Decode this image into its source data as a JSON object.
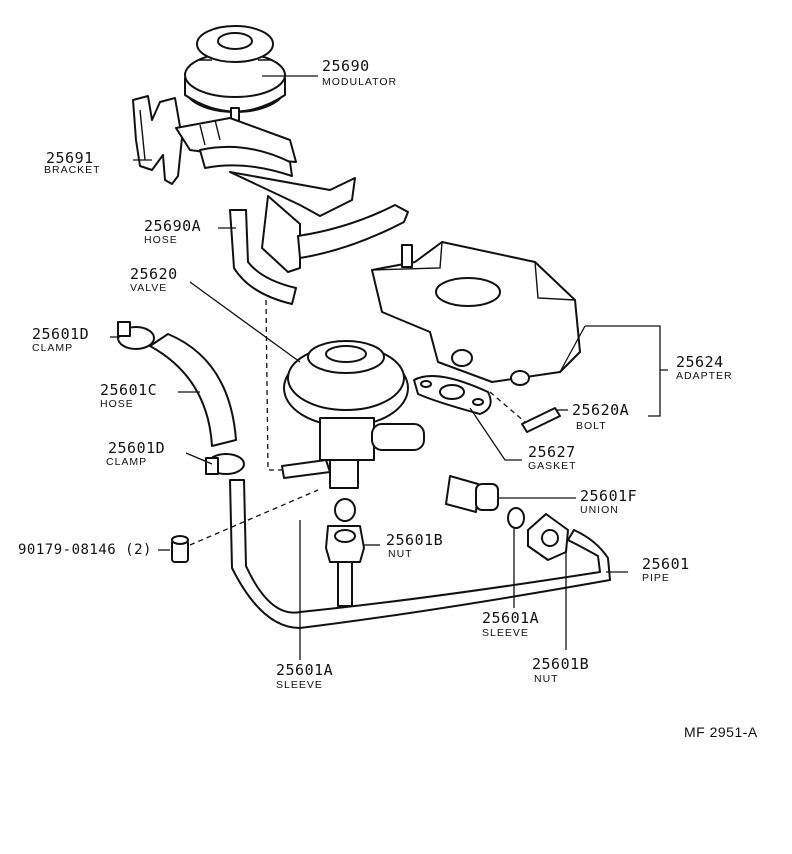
{
  "parts": {
    "modulator": {
      "number": "25690",
      "name": "MODULATOR"
    },
    "bracket": {
      "number": "25691",
      "name": "BRACKET"
    },
    "hose_upper": {
      "number": "25690A",
      "name": "HOSE"
    },
    "valve": {
      "number": "25620",
      "name": "VALVE"
    },
    "clamp_upper": {
      "number": "25601D",
      "name": "CLAMP"
    },
    "hose_lower": {
      "number": "25601C",
      "name": "HOSE"
    },
    "clamp_lower": {
      "number": "25601D",
      "name": "CLAMP"
    },
    "adapter": {
      "number": "25624",
      "name": "ADAPTER"
    },
    "bolt": {
      "number": "25620A",
      "name": "BOLT"
    },
    "gasket": {
      "number": "25627",
      "name": "GASKET"
    },
    "union": {
      "number": "25601F",
      "name": "UNION"
    },
    "plug": {
      "number": "90179-08146 (2)"
    },
    "nut_left": {
      "number": "25601B",
      "name": "NUT"
    },
    "pipe": {
      "number": "25601",
      "name": "PIPE"
    },
    "sleeve_right": {
      "number": "25601A",
      "name": "SLEEVE"
    },
    "nut_right": {
      "number": "25601B",
      "name": "NUT"
    },
    "sleeve_left": {
      "number": "25601A",
      "name": "SLEEVE"
    }
  },
  "figure_code": "MF 2951-A"
}
